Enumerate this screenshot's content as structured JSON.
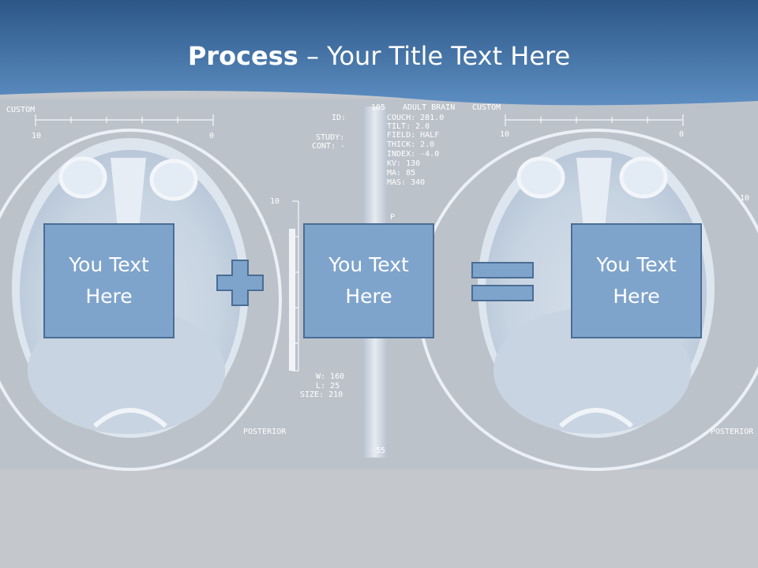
{
  "slide": {
    "title_bold": "Process",
    "title_rest": " – Your Title Text Here"
  },
  "boxes": [
    {
      "text": "You Text Here"
    },
    {
      "text": "You Text Here"
    },
    {
      "text": "You Text Here"
    }
  ],
  "operators": {
    "plus": "plus-icon",
    "equals": "equals-icon"
  },
  "scan_labels": {
    "custom_left": "CUSTOM",
    "custom_right": "CUSTOM",
    "adult_brain": "ADULT BRAIN",
    "num_105": "105",
    "posterior_left": "POSTERIOR",
    "posterior_right": "POSTERIOR",
    "id": "ID:",
    "study": "STUDY:",
    "cont": "CONT: -",
    "couch": "COUCH:  281.0",
    "tilt": "TILT:     2.0",
    "field": "FIELD:  HALF",
    "thick": "THICK:    2.0",
    "index": "INDEX:   -4.0",
    "kv": "KV:    130",
    "ma": "MA:     85",
    "mas": "MAS:   340",
    "w": "W: 160",
    "l": "L:  25",
    "size": "SIZE: 210",
    "tick10_left": "10",
    "tick0_left": "0",
    "tick10_right": "10",
    "tick0_right": "0",
    "scale_top": "10",
    "scale_bottom": "-55",
    "p": "P"
  },
  "colors": {
    "header_dark": "#2e5b8c",
    "header_light": "#5b8cc0",
    "background": "#c4c7cc",
    "box_fill": "#7fa4cc",
    "box_border": "#4a6d93"
  }
}
